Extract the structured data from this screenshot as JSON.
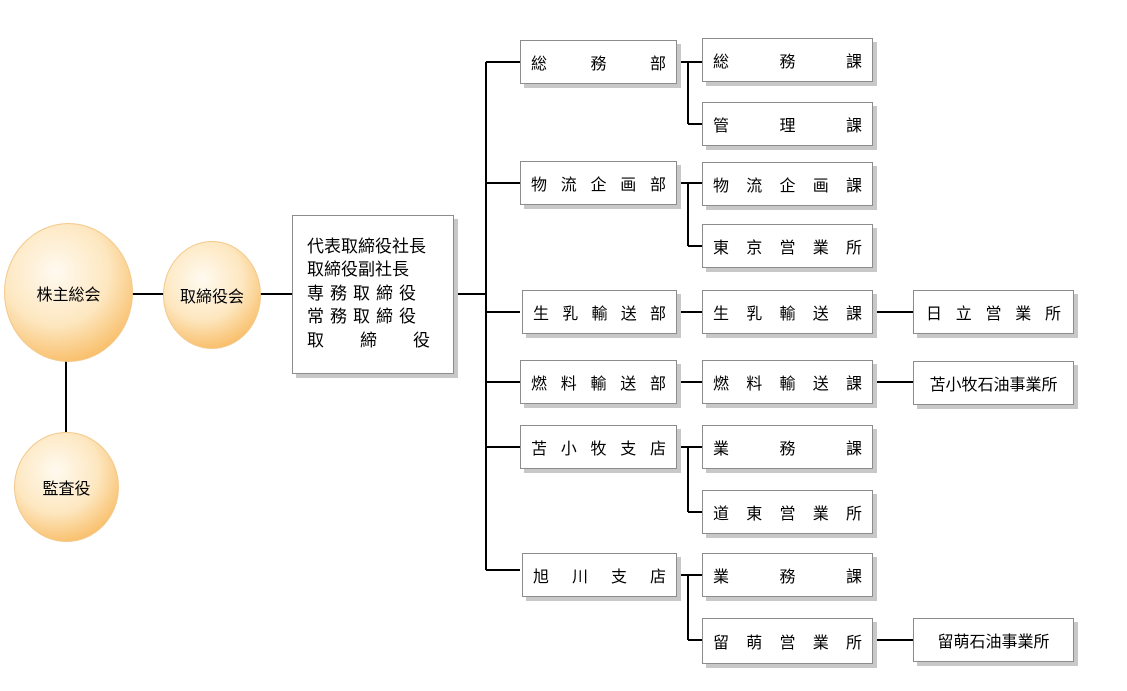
{
  "shareholders": "株主総会",
  "board": "取締役会",
  "auditor": "監査役",
  "executives": [
    "代表取締役社長",
    "取締役副社長",
    "専務取締役",
    "常務取締役",
    "取締役"
  ],
  "departments": [
    {
      "name": "総務部",
      "units": [
        "総務課",
        "管理課"
      ]
    },
    {
      "name": "物流企画部",
      "units": [
        "物流企画課",
        "東京営業所"
      ]
    },
    {
      "name": "生乳輸送部",
      "units": [
        "生乳輸送課"
      ],
      "sub": "日立営業所"
    },
    {
      "name": "燃料輸送部",
      "units": [
        "燃料輸送課"
      ],
      "sub": "苫小牧石油事業所"
    },
    {
      "name": "苫小牧支店",
      "units": [
        "業務課",
        "道東営業所"
      ]
    },
    {
      "name": "旭川支店",
      "units": [
        "業務課",
        "留萌営業所"
      ],
      "sub2": "留萌石油事業所"
    }
  ]
}
